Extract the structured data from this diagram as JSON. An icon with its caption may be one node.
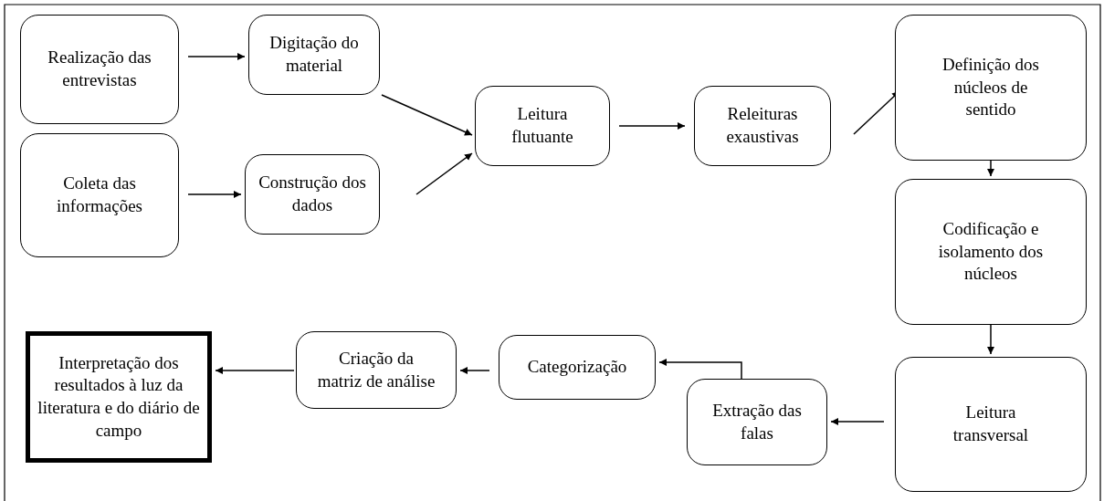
{
  "diagram": {
    "nodes": [
      {
        "text": [
          "Realização das entrevistas"
        ]
      },
      {
        "text": [
          "Digitação do material"
        ]
      },
      {
        "text": [
          "Coleta das informações"
        ]
      },
      {
        "text": [
          "Construção dos dados"
        ]
      },
      {
        "text": [
          "Leitura flutuante"
        ]
      },
      {
        "text": [
          "Releituras exaustivas"
        ]
      },
      {
        "text": [
          "Definição dos núcleos de sentido"
        ]
      },
      {
        "text": [
          "Codificação e isolamento dos núcleos"
        ]
      },
      {
        "text": [
          "Leitura transversal"
        ]
      },
      {
        "text": [
          "Extração das falas"
        ]
      },
      {
        "text": [
          "Categorização"
        ]
      },
      {
        "text": [
          "Criação da matriz de análise"
        ]
      },
      {
        "text": [
          "Interpretação dos resultados à luz da literatura e do diário de campo"
        ]
      }
    ],
    "edges": [
      {
        "from": 0,
        "to": 1,
        "arrow": "to"
      },
      {
        "from": 1,
        "to": 4,
        "arrow": "to"
      },
      {
        "from": 2,
        "to": 3,
        "arrow": "to"
      },
      {
        "from": 3,
        "to": 4,
        "arrow": "to"
      },
      {
        "from": 4,
        "to": 5,
        "arrow": "to"
      },
      {
        "from": 5,
        "to": 6,
        "arrow": "to"
      },
      {
        "from": 6,
        "to": 7,
        "arrow": "to"
      },
      {
        "from": 7,
        "to": 8,
        "arrow": "to"
      },
      {
        "from": 8,
        "to": 9,
        "arrow": "to"
      },
      {
        "from": 9,
        "to": 10,
        "arrow": "to"
      },
      {
        "from": 10,
        "to": 11,
        "arrow": "to"
      },
      {
        "from": 11,
        "to": 12,
        "arrow": "to"
      }
    ]
  }
}
